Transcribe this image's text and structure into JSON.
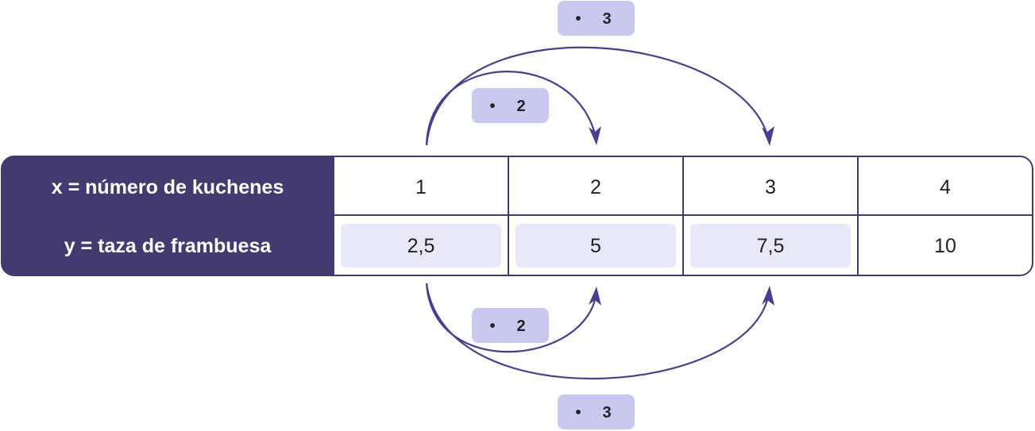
{
  "table": {
    "row_x_label": "x = número de kuchenes",
    "row_y_label": "y = taza de frambuesa",
    "x_values": [
      "1",
      "2",
      "3",
      "4"
    ],
    "y_values": [
      "2,5",
      "5",
      "7,5",
      "10"
    ],
    "highlighted_y_cells": [
      true,
      true,
      true,
      false
    ]
  },
  "arrows": {
    "top_small": {
      "dot": "•",
      "factor": "2"
    },
    "top_large": {
      "dot": "•",
      "factor": "3"
    },
    "bottom_small": {
      "dot": "•",
      "factor": "2"
    },
    "bottom_large": {
      "dot": "•",
      "factor": "3"
    }
  },
  "colors": {
    "header_bg": "#433a6f",
    "header_text": "#ffffff",
    "border": "#433a6f",
    "highlight_cell": "#e8e8f8",
    "badge_bg": "#c9c9ef",
    "arrow": "#4a3f8c"
  }
}
